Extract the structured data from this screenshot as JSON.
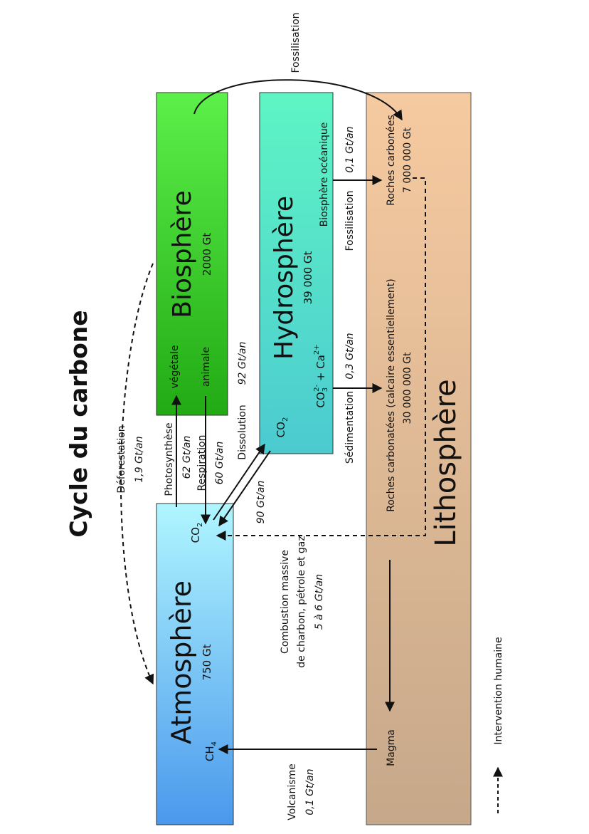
{
  "title": "Cycle du carbone",
  "colors": {
    "biosphere": [
      "#5cf04a",
      "#22aa14"
    ],
    "atmosphere": [
      "#b0f6ff",
      "#4a98ec"
    ],
    "hydrosphere": [
      "#5ef5c4",
      "#4ccad0"
    ],
    "lithosphere": [
      "#f6caa0",
      "#c6a88a"
    ]
  },
  "reservoirs": {
    "biosphere": {
      "name": "Biosphère",
      "amount": "2000 Gt",
      "plant": "végétale",
      "animal": "animale"
    },
    "atmosphere": {
      "name": "Atmosphère",
      "amount": "750 Gt",
      "co2": "CO",
      "co2_sub": "2",
      "ch4": "CH",
      "ch4_sub": "4"
    },
    "hydrosphere": {
      "name": "Hydrosphère",
      "amount": "39 000 Gt",
      "ocean_bio": "Biosphère océanique",
      "co2": "CO",
      "co2_sub": "2",
      "carbonate": "CO",
      "carbonate_sub": "3",
      "carbonate_sup": "2-",
      "plus_ca": " + Ca",
      "ca_sup": "2+"
    },
    "lithosphere": {
      "name": "Lithosphère",
      "carbon_rocks": "Roches carbonées",
      "carbon_rocks_amount": "7 000 000 Gt",
      "carbonate_rocks": "Roches carbonatées (calcaire essentiellement)",
      "carbonate_rocks_amount": "30 000 000 Gt",
      "magma": "Magma"
    }
  },
  "fluxes": {
    "photosynthesis": {
      "label": "Photosynthèse",
      "value": "62 Gt/an"
    },
    "respiration": {
      "label": "Respiration",
      "value": "60 Gt/an"
    },
    "dissolution": {
      "label": "Dissolution",
      "value": "92 Gt/an",
      "return_value": "90 Gt/an"
    },
    "deforestation": {
      "label": "Déforestation",
      "value": "1,9 Gt/an"
    },
    "fossilisation_bio": {
      "label": "Fossilisation"
    },
    "fossilisation_ocean": {
      "label": "Fossilisation",
      "value": "0,1 Gt/an"
    },
    "sedimentation": {
      "label": "Sédimentation",
      "value": "0,3 Gt/an"
    },
    "combustion": {
      "line1": "Combustion massive",
      "line2": "de charbon, pétrole et gaz",
      "value": "5 à 6 Gt/an"
    },
    "volcanism": {
      "label": "Volcanisme",
      "value": "0,1 Gt/an"
    }
  },
  "legend": {
    "human": "Intervention humaine"
  }
}
